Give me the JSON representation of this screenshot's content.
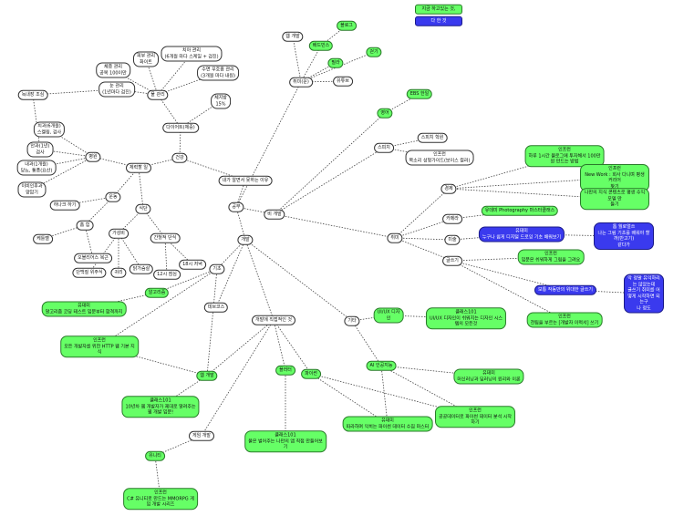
{
  "colors": {
    "edge": "#444444",
    "done": "#66ff66",
    "in_progress": "#3a3aee",
    "plain": "#ffffff"
  },
  "legend": {
    "done": "지금 하고있는 것,",
    "todo": "다 한 것"
  },
  "nodes": {
    "root": "내가 알면서 못하는 이유",
    "study": "공부",
    "health": "건강",
    "diet": "다이어트(체중)",
    "weight_keep": "체지방\n15%",
    "water_mgmt": "물 관리",
    "weight_mgmt": "체중 관리\n공복 100이만",
    "eye_mgmt": "눈 관리\n(1년마다 검진)",
    "teeth_mgmt": "치아 관리\n(6개월 마다 스케일 + 검진)",
    "skin_mgmt": "피부 관리\n화이트",
    "sleep_mgmt": "수면 무호흡 관리\n(3개월 마다 내원)",
    "eye_check": "녹내장 조심",
    "exercise": "체력할 일",
    "hospital": "병원",
    "dental": "치과(6개월)\n스켈링, 검사",
    "eye_doc": "안과(1년)\n검사",
    "internal": "내과(1개월)\n당뇨, 통풍(요산)",
    "ent": "이비인후과\n양압기",
    "sports": "운동",
    "walk": "하나크 하기",
    "cal": "홈 힘",
    "weights": "케틀벨",
    "fast": "오블리어스 복근",
    "diet2": "식단",
    "grain": "가성비",
    "fasting": "간헐적 단식",
    "sugar": "단백질 위주식",
    "egg": "귀리",
    "chicken": "닭가슴살",
    "hours12": "12시 점심",
    "hours18": "18시 저녁",
    "hobby": "취미(운)",
    "web_dev": "웹 개발",
    "game": "배드민스",
    "game_sub": "블로그",
    "running": "걷기",
    "bike": "필라",
    "cycle": "유튜브",
    "biz": "비 개발",
    "english": "영어",
    "ebs": "EBS 한일",
    "skill": "스피치",
    "speech": "스피치 학원",
    "inflearn_speech": "인프런\n목소리 성형가이드(보이스 컬러)",
    "life": "취미",
    "economy": "경제",
    "inflearn_blog": "인프런\n하루 1시간 블로그에 투자해서 100만\n원 만드는 방법",
    "inflearn_new": "인프런\nNew Work : 회사 다니며 평생 커리어\n찾기",
    "inflearn_social": "나만의 지식 콘텐츠로 평생 수익모델 만\n들기",
    "camera": "카메라",
    "photo": "유데미 Photography 마스터클래스",
    "art": "미술",
    "udemy_art": "유데미\n누구나 쉽게 디지털 드로잉 기초 배워보기",
    "drawing": "톰 월로얼쓰\n나는 그림 기초를 배워야 할까(반고기)\n같다가",
    "writing": "글쓰기",
    "inflearn_write": "인프런\n입문은 쉬워하게 그림을 그려요",
    "bk_write": "보통 작동만의 위대한 글쓰기",
    "write_help": "막 정말 유익하리는 않았는데\n글쓰기 취미를 어떻게 시작하면 되는구\n나 정도",
    "inflearn_novel": "인프런\n천팀을 부르는 [개발자 이력서] 쓰기",
    "dev": "개발",
    "algo": "알고리즘",
    "basic": "기초",
    "udemy_algo": "유데미\n알고리즘 코딩 테스트 입문부터 합격까지",
    "data_struct": "데브코스",
    "inflearn_http": "인프런\n모든 개발자를 위한 HTTP 웹 기본 지\n식",
    "web": "웹 개발",
    "class101_web": "클래스101\n10년차 웹 개발자가 제대로 알려주는\n웹 개발 입문!",
    "practical": "개발에 직접적인 것",
    "flutter": "플러터",
    "class101_flutter": "클래스101\n풀은 벌어주는 나만의 앱 직접 만들어보\n기",
    "python": "파이썬",
    "game_dev": "게임 개발",
    "unity": "유니티",
    "inflearn_unity": "인프런\nC# 유니티로 만드는 MMORPG 게\n임 개발 시리즈",
    "other": "기타",
    "uiux": "UI/UX 디자\n인",
    "class101_uiux": "클래스101\nUI/UX 디자인이 쉬워지는 디자인 시스\n템의 모든것",
    "ai": "AI 인공지능",
    "udemy_ai": "유데미\n머신러닝과 딥러닝의 원리와 이론",
    "inflearn_data": "인프런\n공공데이터로 파이썬 데이터 분석 시작\n하기",
    "udemy_crawl": "유데미\n따라하며 익히는 파이썬 데이터 수집 마스터"
  }
}
